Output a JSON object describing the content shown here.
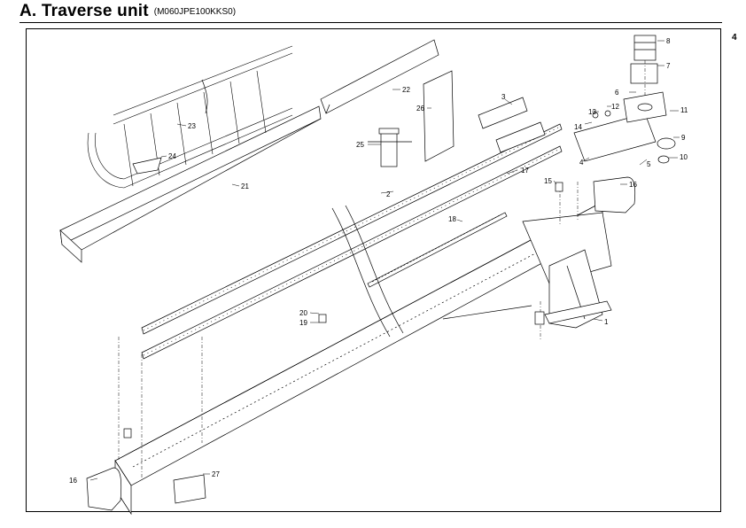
{
  "header": {
    "title": "A. Traverse unit",
    "model": "(M060JPE100KKS0)",
    "page_number": "4"
  },
  "callouts": {
    "c1": "1",
    "c2": "2",
    "c3": "3",
    "c4": "4",
    "c5": "5",
    "c6": "6",
    "c7": "7",
    "c8": "8",
    "c9": "9",
    "c10": "10",
    "c11": "11",
    "c12": "12",
    "c13": "13",
    "c14": "14",
    "c15": "15",
    "c16a": "16",
    "c16b": "16",
    "c17": "17",
    "c18": "18",
    "c19": "19",
    "c20": "20",
    "c21": "21",
    "c22": "22",
    "c23": "23",
    "c24": "24",
    "c25": "25",
    "c26": "26",
    "c27": "27"
  }
}
